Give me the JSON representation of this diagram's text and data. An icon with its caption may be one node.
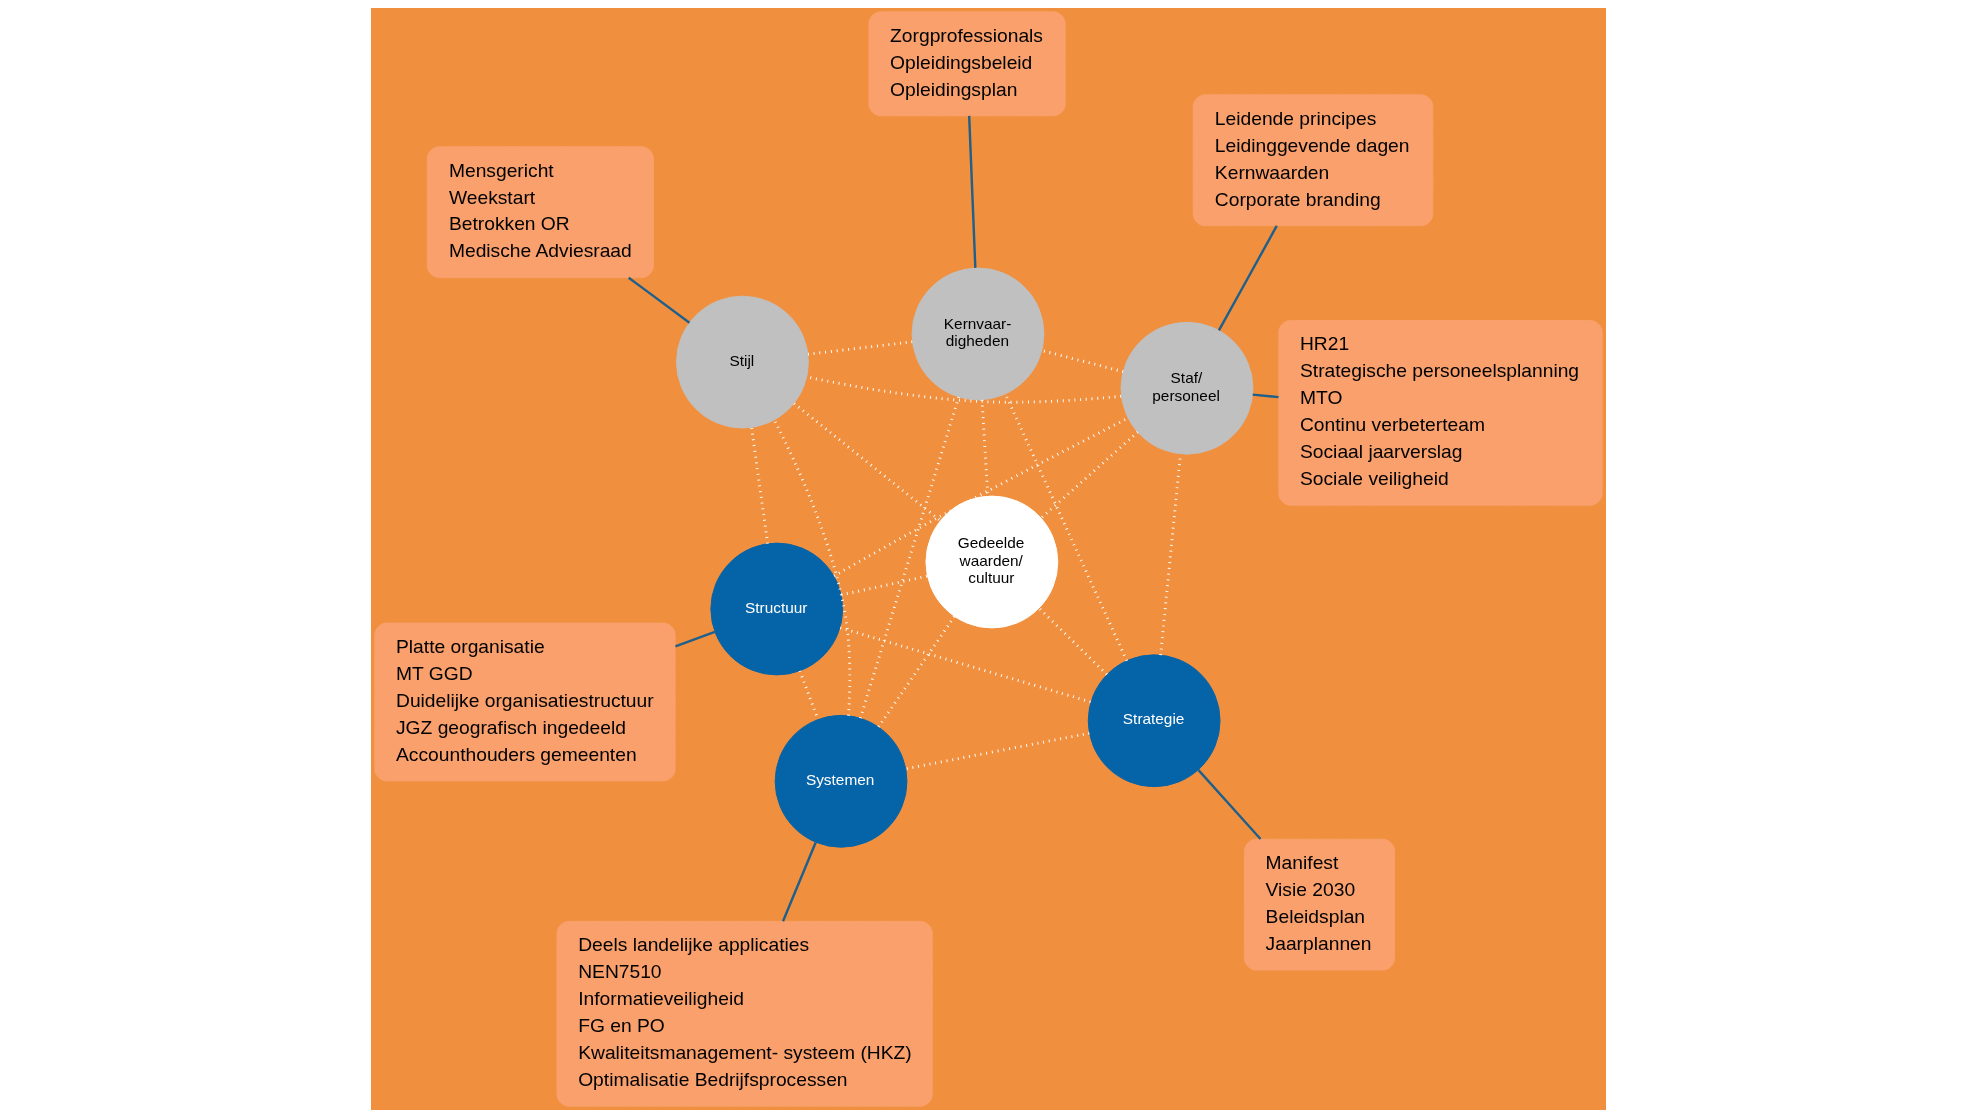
{
  "diagram": {
    "nodes": [
      {
        "text": [
          "Structuur"
        ]
      },
      {
        "text": [
          "Strategie"
        ]
      },
      {
        "text": [
          "Systemen"
        ]
      },
      {
        "text": [
          "Gedeelde waarden/ cultuur"
        ]
      },
      {
        "text": [
          "Staf/ personeel"
        ]
      },
      {
        "text": [
          "Stijl"
        ]
      },
      {
        "text": [
          "Kernvaar- digheden"
        ]
      },
      {
        "text": [
          "Manifest",
          "Visie 2030",
          "Beleidsplan",
          "Jaarplannen"
        ]
      },
      {
        "text": [
          "Platte organisatie",
          "MT GGD",
          "Duidelijke organisatiestructuur",
          "JGZ geografisch ingedeeld",
          "Accounthouders gemeenten"
        ]
      },
      {
        "text": [
          "HR21",
          "Strategische personeelsplanning",
          "MTO",
          "Continu verbeterteam",
          "Sociaal jaarverslag",
          "Sociale veiligheid"
        ]
      },
      {
        "text": [
          "Deels landelijke applicaties",
          "NEN7510",
          "Informatieveiligheid",
          "FG en PO",
          "Kwaliteitsmanagement- systeem (HKZ)",
          "Optimalisatie Bedrijfsprocessen"
        ]
      },
      {
        "text": [
          "Mensgericht",
          "Weekstart",
          "Betrokken OR",
          "Medische Adviesraad"
        ]
      },
      {
        "text": [
          "Leidende principes",
          "Leidinggevende dagen",
          "Kernwaarden",
          "Corporate branding"
        ]
      },
      {
        "text": [
          "Zorgprofessionals",
          "Opleidingsbeleid",
          "Opleidingsplan"
        ]
      }
    ],
    "edges": [
      {
        "from": 0,
        "to": 1,
        "arrow": "none",
        "style": "dashed"
      },
      {
        "from": 0,
        "to": 2,
        "arrow": "none",
        "style": "dashed"
      },
      {
        "from": 0,
        "to": 3,
        "arrow": "none",
        "style": "dashed"
      },
      {
        "from": 0,
        "to": 4,
        "arrow": "none",
        "style": "dashed"
      },
      {
        "from": 0,
        "to": 5,
        "arrow": "none",
        "style": "dashed"
      },
      {
        "from": 1,
        "to": 2,
        "arrow": "none",
        "style": "dashed"
      },
      {
        "from": 1,
        "to": 3,
        "arrow": "none",
        "style": "dashed"
      },
      {
        "from": 1,
        "to": 4,
        "arrow": "none",
        "style": "dashed"
      },
      {
        "from": 1,
        "to": 6,
        "arrow": "none",
        "style": "dashed"
      },
      {
        "from": 2,
        "to": 3,
        "arrow": "none",
        "style": "dashed"
      },
      {
        "from": 2,
        "to": 5,
        "arrow": "none",
        "style": "dashed"
      },
      {
        "from": 2,
        "to": 6,
        "arrow": "none",
        "style": "dashed"
      },
      {
        "from": 4,
        "to": 3,
        "arrow": "none",
        "style": "dashed"
      },
      {
        "from": 4,
        "to": 5,
        "arrow": "none",
        "style": "dashed"
      },
      {
        "from": 4,
        "to": 6,
        "arrow": "none",
        "style": "dashed"
      },
      {
        "from": 5,
        "to": 3,
        "arrow": "none",
        "style": "dashed"
      },
      {
        "from": 5,
        "to": 6,
        "arrow": "none",
        "style": "dashed"
      },
      {
        "from": 6,
        "to": 3,
        "arrow": "none",
        "style": "dashed"
      },
      {
        "from": 7,
        "to": 1,
        "arrow": "none",
        "color": "#1f5f8b"
      },
      {
        "from": 8,
        "to": 0,
        "arrow": "none",
        "color": "#1f5f8b"
      },
      {
        "from": 9,
        "to": 4,
        "arrow": "none",
        "color": "#1f5f8b"
      },
      {
        "from": 10,
        "to": 2,
        "arrow": "none",
        "color": "#1f5f8b"
      },
      {
        "from": 11,
        "to": 5,
        "arrow": "none",
        "color": "#1f5f8b"
      },
      {
        "from": 12,
        "to": 4,
        "arrow": "none",
        "color": "#1f5f8b"
      },
      {
        "from": 13,
        "to": 6,
        "arrow": "none",
        "color": "#1f5f8b"
      }
    ]
  }
}
